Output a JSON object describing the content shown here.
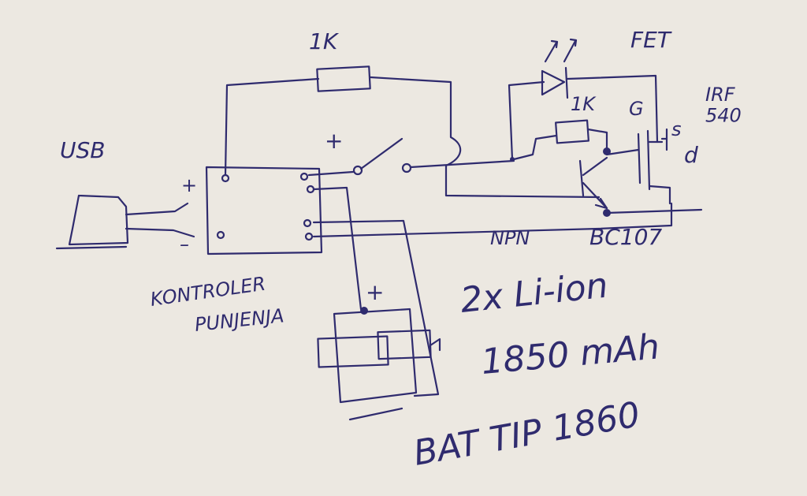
{
  "labels": {
    "usb": "USB",
    "plus_usb": "+",
    "minus_usb": "–",
    "resistor_top": "1K",
    "resistor_base": "1K",
    "switch_plus": "+",
    "fet": "FET",
    "fet_part": "IRF\n540",
    "gate": "G",
    "source": "s",
    "drain": "d",
    "npn": "NPN",
    "transistor_part": "BC107",
    "controller_line1": "KONTROLER",
    "controller_line2": "PUNJENJA",
    "battery_plus": "+",
    "battery_desc": "2x Li-ion",
    "capacity": "1850 mAh",
    "battery_type": "BAT TIP 1860"
  },
  "colors": {
    "paper": "#ece8e1",
    "ink": "#2f2b6e"
  }
}
